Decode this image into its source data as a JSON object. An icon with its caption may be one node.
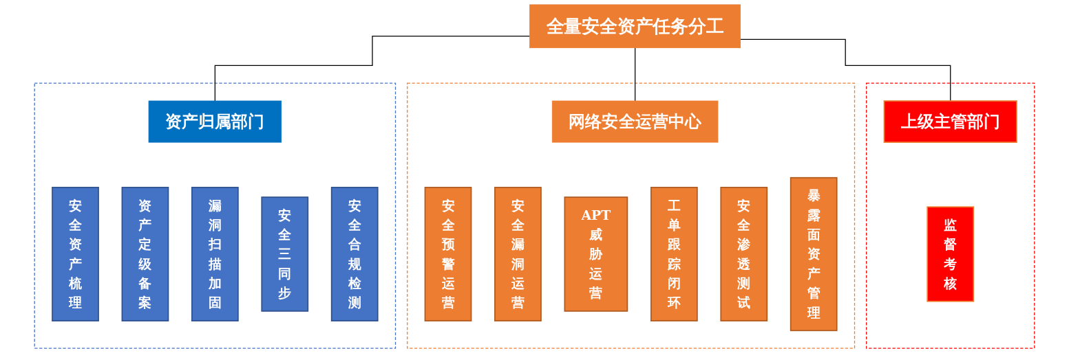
{
  "diagram": {
    "nodes": [
      {
        "text": [
          "全量安全资产任务分工"
        ]
      },
      {
        "text": [],
        "shape": "box"
      },
      {
        "text": [
          "资产归属部门"
        ],
        "in": 1
      },
      {
        "text": [
          "安全资产梳理"
        ],
        "in": 1
      },
      {
        "text": [
          "资产定级备案"
        ],
        "in": 1
      },
      {
        "text": [
          "漏洞扫描加固"
        ],
        "in": 1
      },
      {
        "text": [
          "安全三同步"
        ],
        "in": 1
      },
      {
        "text": [
          "安全合规检测"
        ],
        "in": 1
      },
      {
        "text": [],
        "shape": "box"
      },
      {
        "text": [
          "网络安全运营中心"
        ],
        "in": 8
      },
      {
        "text": [
          "安全预警运营"
        ],
        "in": 8
      },
      {
        "text": [
          "安全漏洞运营"
        ],
        "in": 8
      },
      {
        "text": [
          "APT威胁运营"
        ],
        "in": 8
      },
      {
        "text": [
          "工单跟踪闭环"
        ],
        "in": 8
      },
      {
        "text": [
          "安全渗透测试"
        ],
        "in": 8
      },
      {
        "text": [
          "暴露面资产管理"
        ],
        "in": 8
      },
      {
        "text": [],
        "shape": "box"
      },
      {
        "text": [
          "上级主管部门"
        ],
        "in": 16
      },
      {
        "text": [
          "监督考核"
        ],
        "in": 16
      }
    ],
    "edges": [
      {
        "from": 0,
        "to": 2,
        "arrow": "none"
      },
      {
        "from": 0,
        "to": 9,
        "arrow": "none"
      },
      {
        "from": 0,
        "to": 17,
        "arrow": "none"
      }
    ]
  }
}
